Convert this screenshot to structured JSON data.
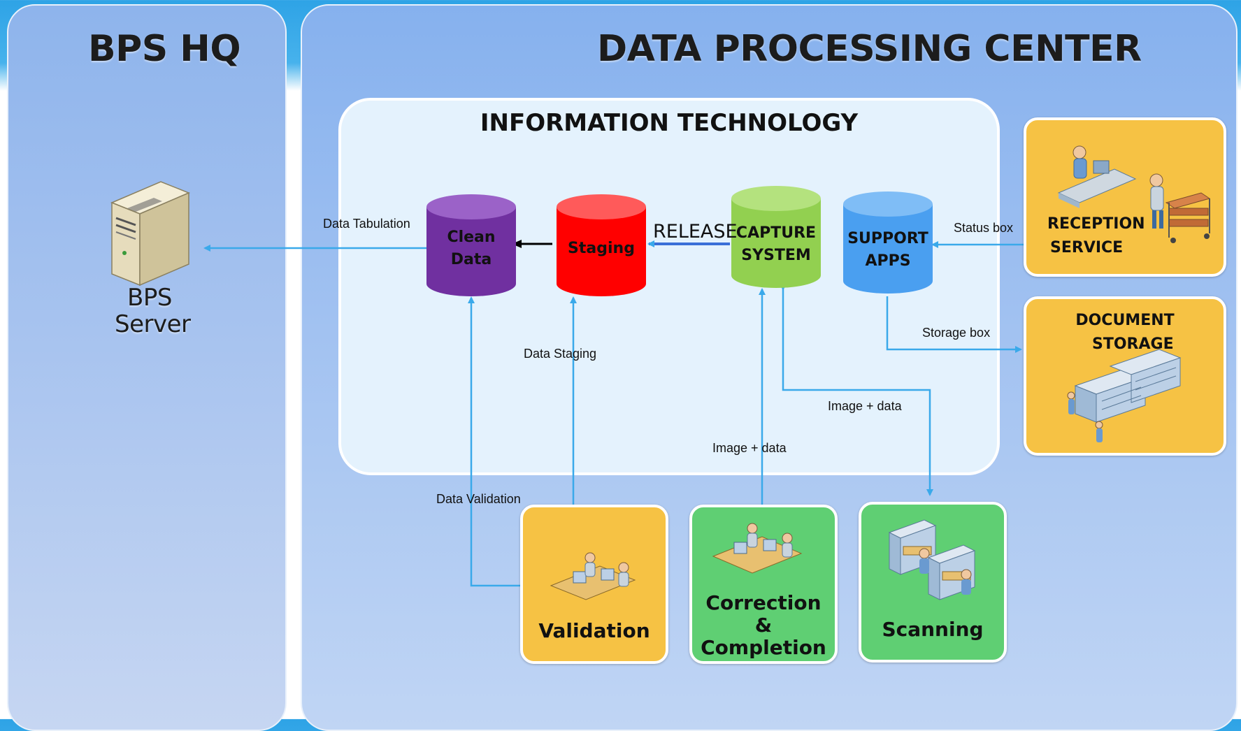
{
  "hq": {
    "title": "BPS HQ",
    "server_line1": "BPS",
    "server_line2": "Server"
  },
  "dpc": {
    "title": "DATA PROCESSING CENTER"
  },
  "it": {
    "title": "INFORMATION TECHNOLOGY",
    "clean_line1": "Clean",
    "clean_line2": "Data",
    "staging": "Staging",
    "release": "RELEASE",
    "capture_line1": "CAPTURE",
    "capture_line2": "SYSTEM",
    "support_line1": "SUPPORT",
    "support_line2": "APPS"
  },
  "edges": {
    "data_tabulation": "Data Tabulation",
    "status_box": "Status box",
    "storage_box": "Storage box",
    "data_staging": "Data Staging",
    "image_data_1": "Image + data",
    "image_data_2": "Image + data",
    "data_validation": "Data Validation"
  },
  "units": {
    "reception_line1": "RECEPTION",
    "reception_line2": "SERVICE",
    "storage_line1": "DOCUMENT",
    "storage_line2": "STORAGE",
    "validation": "Validation",
    "correction_line1": "Correction",
    "correction_line2": "&",
    "correction_line3": "Completion",
    "scanning": "Scanning"
  },
  "colors": {
    "arrow": "#3aa9ea",
    "clean_data": "#7030a0",
    "staging": "#ff0000",
    "capture_system": "#92d050",
    "support_apps": "#4a9ff0",
    "orange_tile": "#f6c244",
    "green_tile": "#5fcf73"
  }
}
